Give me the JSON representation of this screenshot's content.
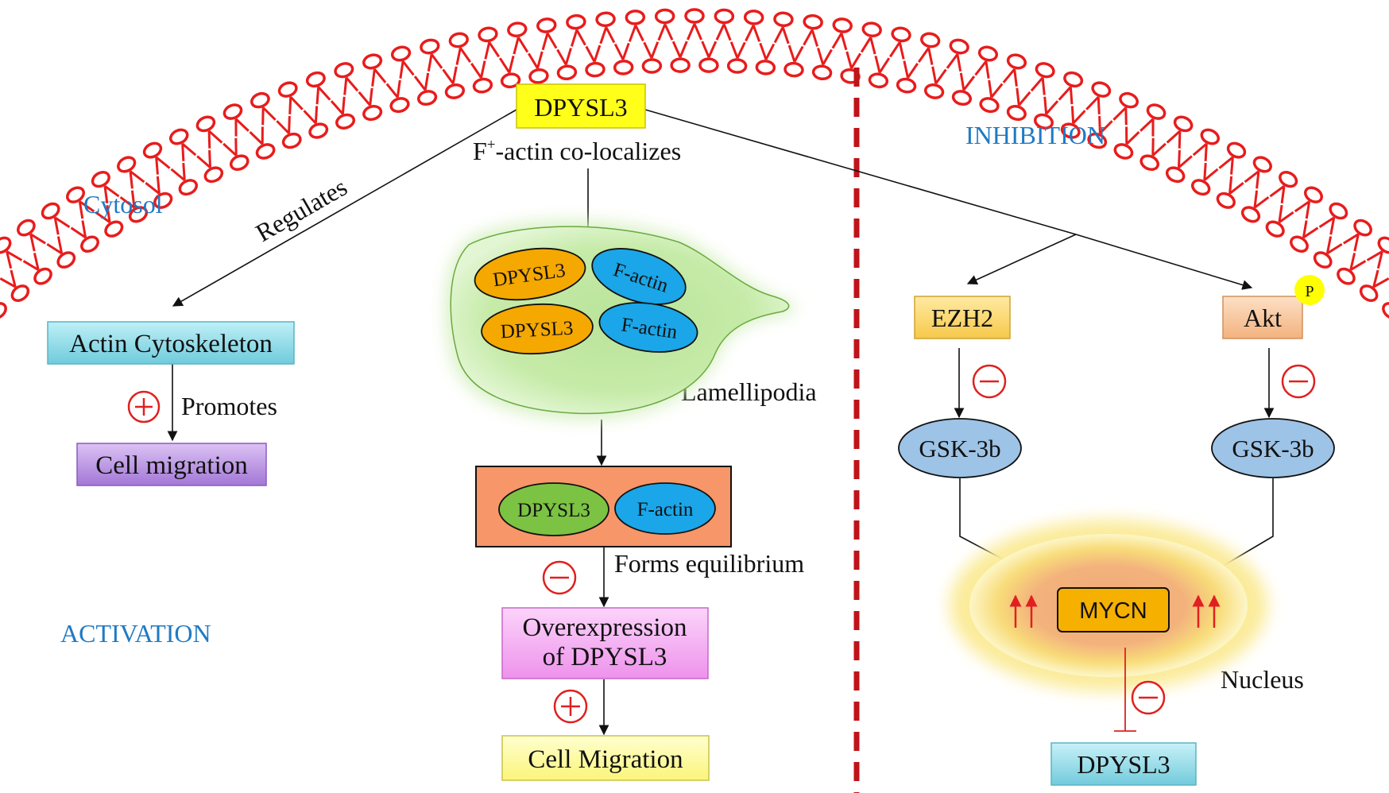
{
  "labels": {
    "cytosol": "Cytosol",
    "inhibition": "INHIBITION",
    "activation": "ACTIVATION",
    "f_actin_colocalizes_prefix": "F",
    "f_actin_colocalizes_sup": "+",
    "f_actin_colocalizes_suffix": "-actin co-localizes",
    "regulates": "Regulates",
    "promotes": "Promotes",
    "lamellipodia": "Lamellipodia",
    "forms_equilibrium": "Forms equilibrium",
    "nucleus": "Nucleus",
    "phospho": "P"
  },
  "nodes": {
    "dpysl3_top": "DPYSL3",
    "actin_cytoskeleton": "Actin Cytoskeleton",
    "cell_migration_left": "Cell migration",
    "lamelli_dpysl3_a": "DPYSL3",
    "lamelli_factin_a": "F-actin",
    "lamelli_dpysl3_b": "DPYSL3",
    "lamelli_factin_b": "F-actin",
    "equil_dpysl3": "DPYSL3",
    "equil_factin": "F-actin",
    "overexpression_line1": "Overexpression",
    "overexpression_line2": "of DPYSL3",
    "cell_migration_center": "Cell Migration",
    "ezh2": "EZH2",
    "akt": "Akt",
    "gsk3b_left": "GSK-3b",
    "gsk3b_right": "GSK-3b",
    "mycn": "MYCN",
    "dpysl3_bottom": "DPYSL3"
  },
  "colors": {
    "membrane": "#e81c1c",
    "divider": "#c0131a",
    "blue_label": "#1f7ac4",
    "dpysl3_yellow": "#ffff1a",
    "actin_teal": "#8fd8e4",
    "migration_purple": "#b98fe0",
    "orange_oval": "#f5a800",
    "blue_oval": "#1aa6e8",
    "green_oval": "#7cc243",
    "equil_box": "#f79668",
    "overexp_pink": "#f2a8f0",
    "cellmig_yellow": "#ffff99",
    "ezh2_yellow": "#ffd966",
    "akt_peach": "#f8c79b",
    "gsk_blue": "#9dc3e6",
    "mycn_orange": "#f5b000",
    "phospho_yellow": "#ffff00",
    "sign_red": "#e02020"
  }
}
